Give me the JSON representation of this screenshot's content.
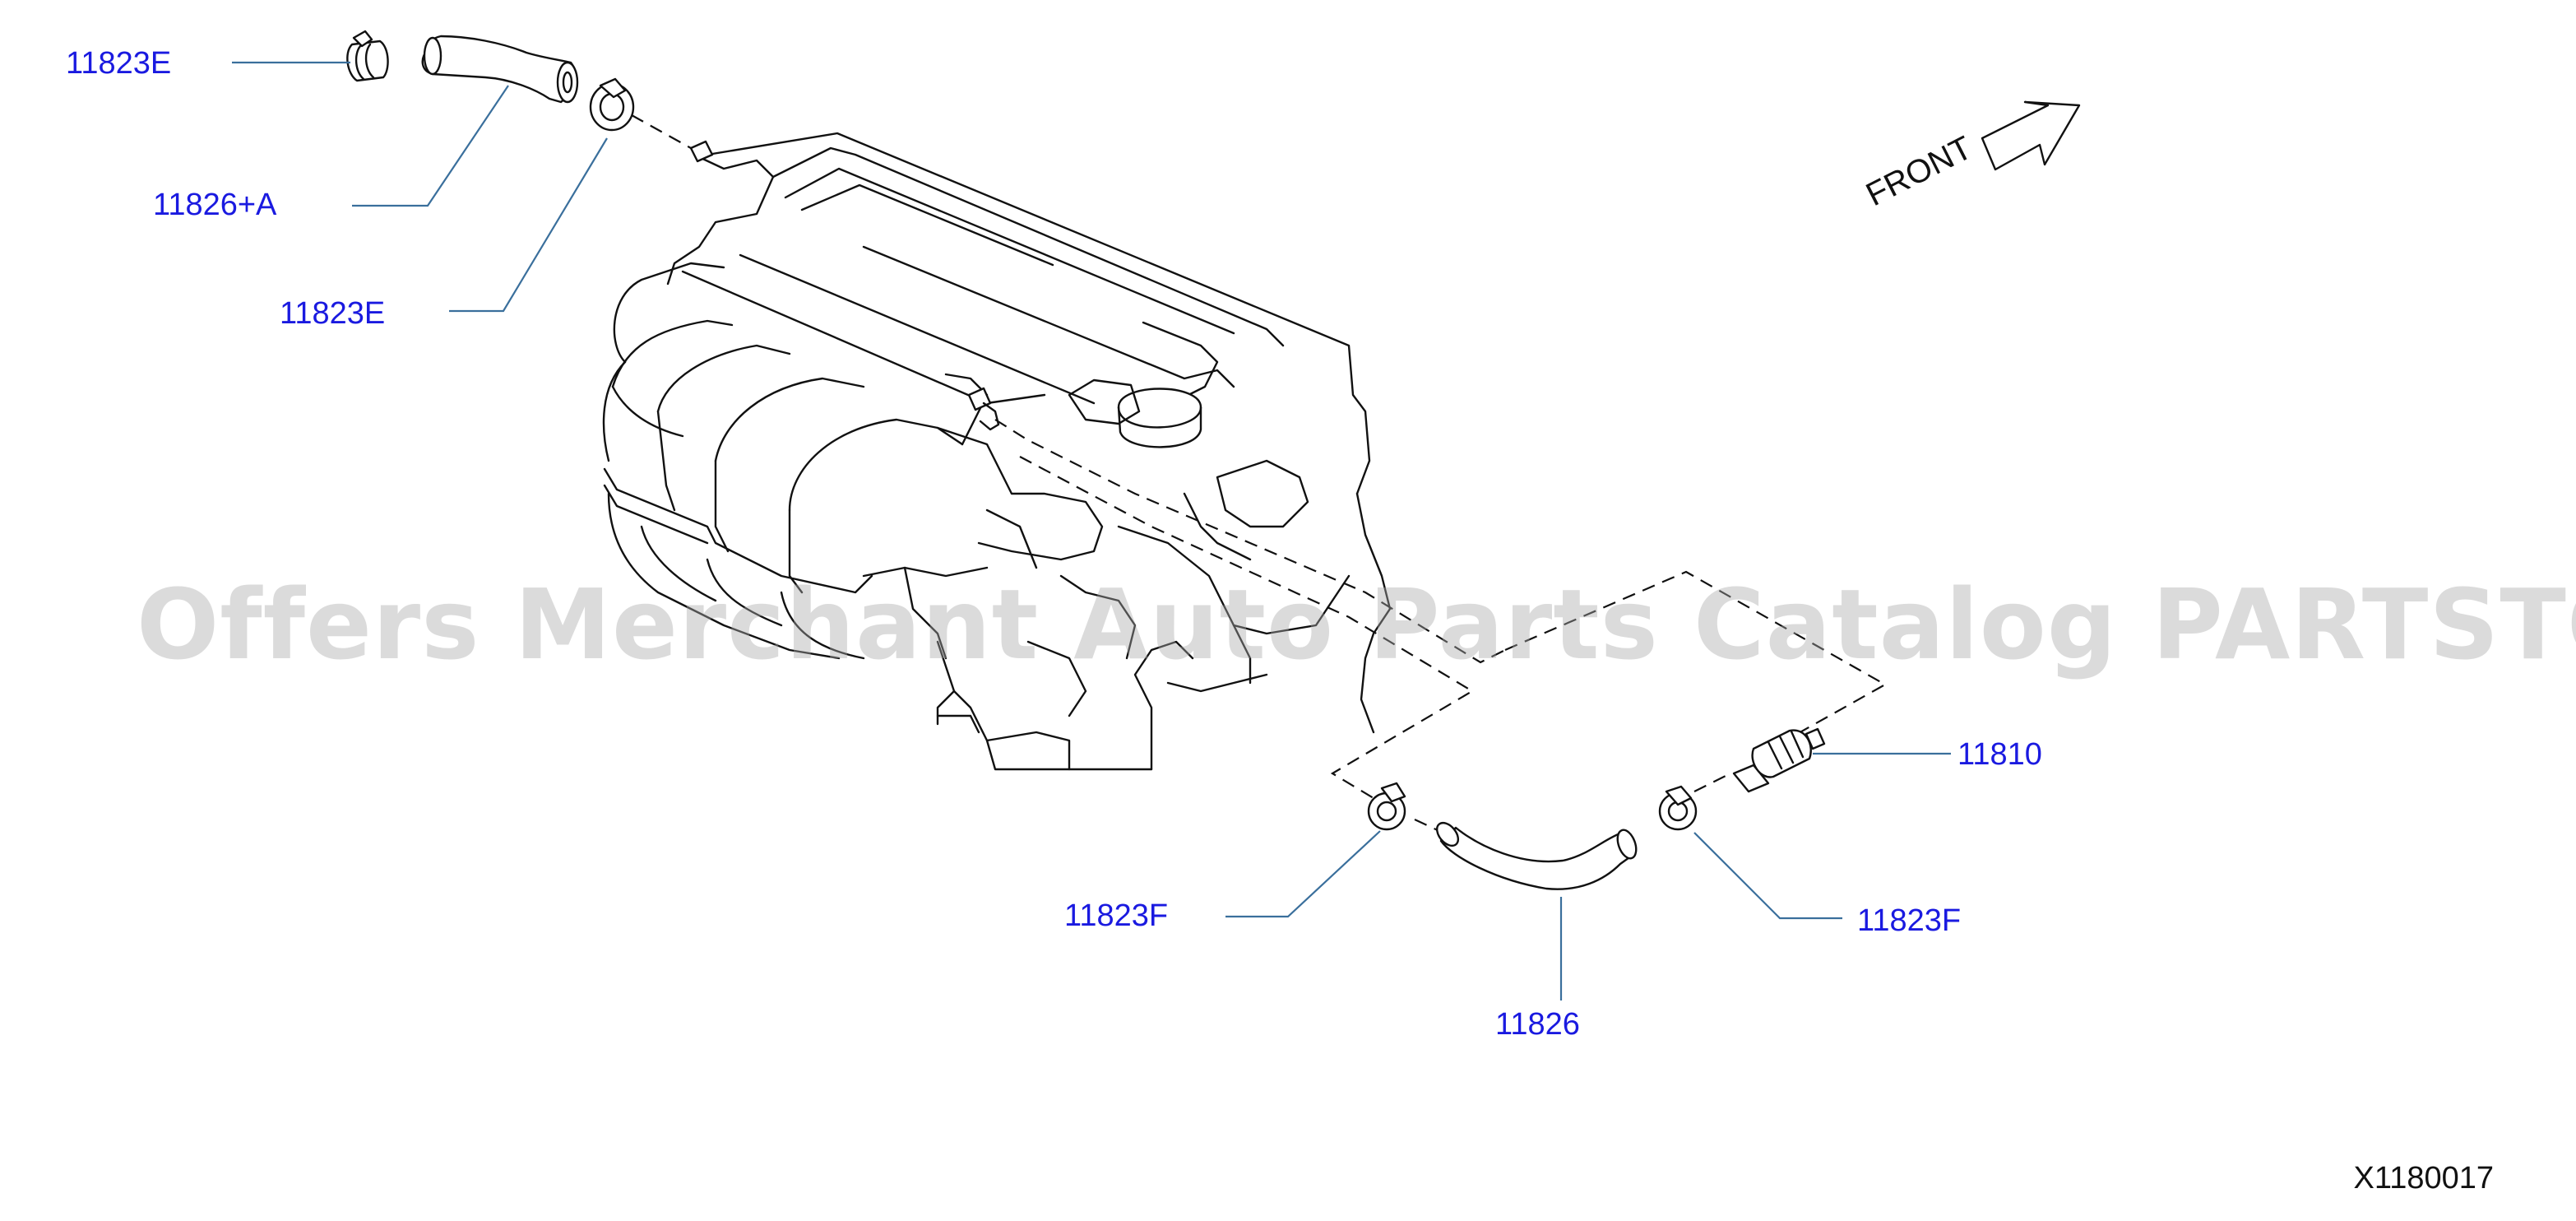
{
  "labels": {
    "clamp_top_left": "11823E",
    "hose_top": "11826+A",
    "clamp_top_right": "11823E",
    "valve": "11810",
    "clamp_bottom_left": "11823F",
    "clamp_bottom_right": "11823F",
    "hose_bottom": "11826"
  },
  "front": "FRONT",
  "reference_code": "X1180017",
  "watermark": "Offers Merchant Auto Parts Catalog PARTSTORE.SA",
  "colors": {
    "label": "#1a1ae0",
    "leader": "#3a6f9c",
    "line_art": "#111111",
    "watermark": "#aaaaaa"
  },
  "icons": {
    "front_arrow": "outlined-arrow-up-right"
  }
}
